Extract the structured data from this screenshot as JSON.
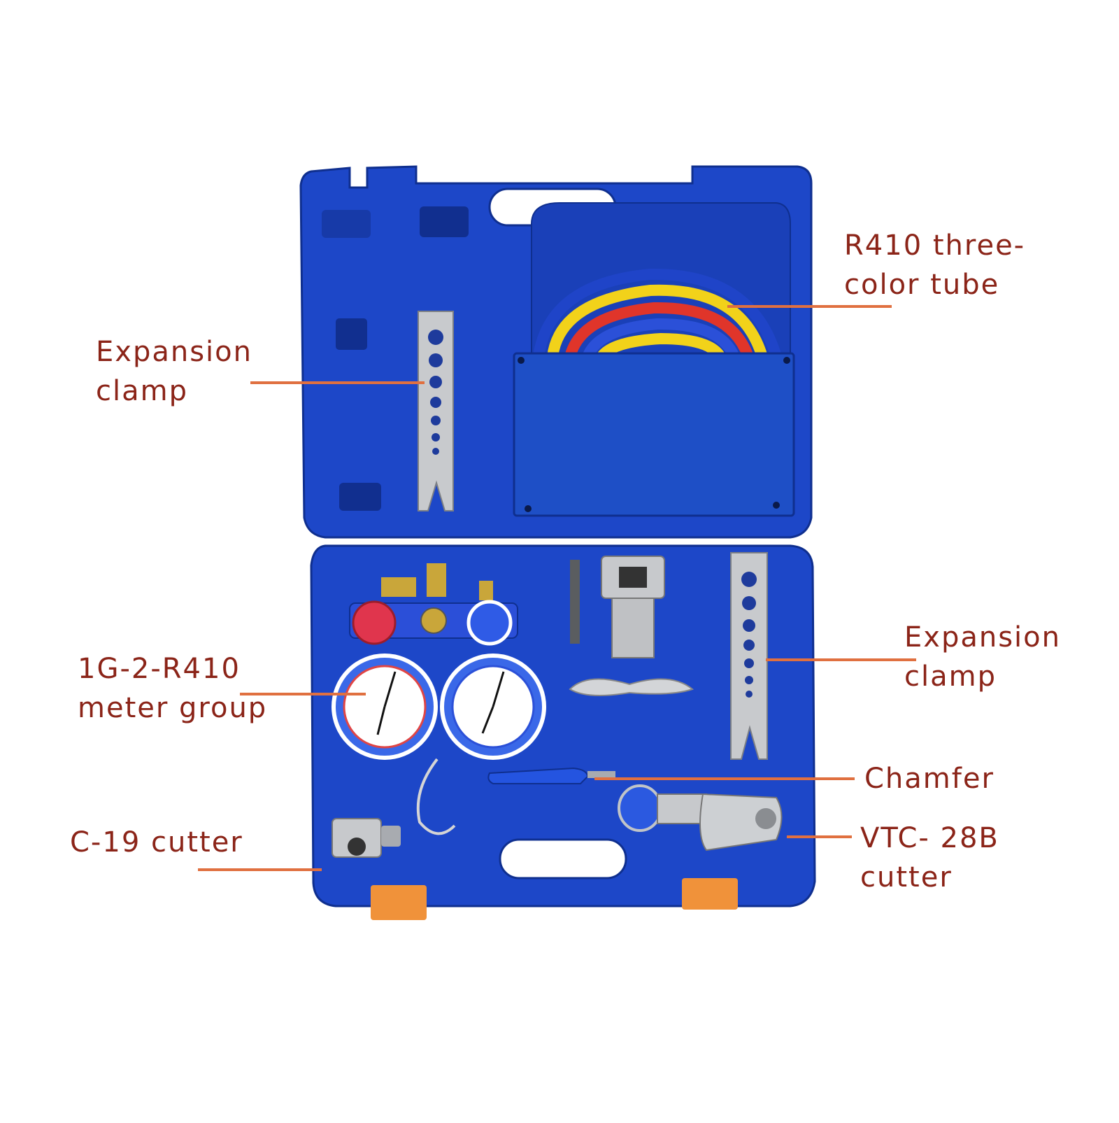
{
  "colors": {
    "case_blue": "#1d47c8",
    "case_dark": "#0f2f8f",
    "leader_line": "#e07040",
    "label_text": "#8b2418",
    "latch": "#f0923a"
  },
  "callouts": {
    "tube": {
      "line1": "R410 three-",
      "line2": "color tube"
    },
    "clamp_top": {
      "line1": "Expansion",
      "line2": "clamp"
    },
    "clamp_right": {
      "line1": "Expansion",
      "line2": "clamp"
    },
    "meter": {
      "line1": "1G-2-R410",
      "line2": "meter group"
    },
    "chamfer": {
      "line1": "Chamfer"
    },
    "c19": {
      "line1": "C-19 cutter"
    },
    "vtc": {
      "line1": "VTC- 28B",
      "line2": "cutter"
    }
  }
}
